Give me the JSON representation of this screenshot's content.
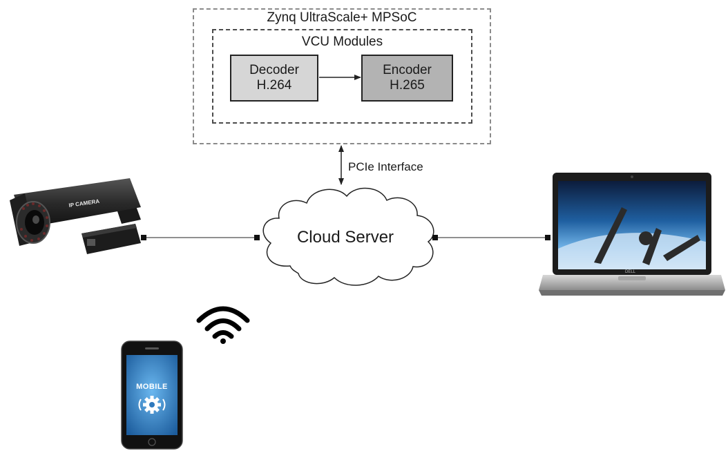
{
  "soc": {
    "title": "Zynq UltraScale+ MPSoC"
  },
  "vcu": {
    "title": "VCU Modules",
    "decoder": {
      "name": "Decoder",
      "codec": "H.264"
    },
    "encoder": {
      "name": "Encoder",
      "codec": "H.265"
    }
  },
  "link": {
    "pcie_label": "PCIe Interface"
  },
  "cloud": {
    "label": "Cloud Server"
  },
  "camera": {
    "brand_text": "IP CAMERA"
  },
  "laptop": {
    "brand_text": "DELL"
  },
  "mobile": {
    "screen_text": "MOBILE"
  },
  "colors": {
    "decoder_fill": "#d6d6d6",
    "encoder_fill": "#b3b3b3",
    "phone_screen": "#3a86c8"
  }
}
